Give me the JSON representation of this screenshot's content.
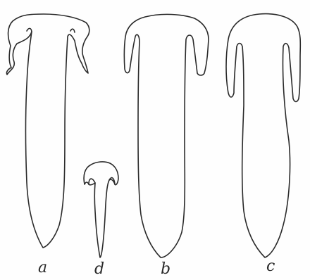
{
  "figures": [
    {
      "id": "a",
      "label": "a"
    },
    {
      "id": "d",
      "label": "d"
    },
    {
      "id": "b",
      "label": "b"
    },
    {
      "id": "c",
      "label": "c"
    }
  ],
  "colors": {
    "ink": "#2a2a2a",
    "paper": "#fefefe"
  }
}
